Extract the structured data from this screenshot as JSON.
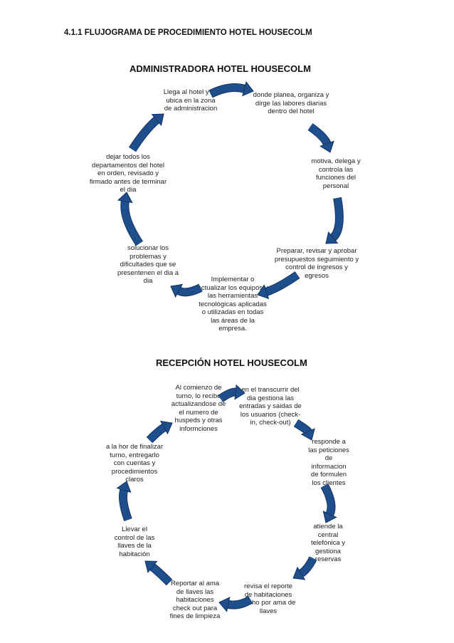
{
  "page_heading": "4.1.1 FLUJOGRAMA DE PROCEDIMIENTO HOTEL HOUSECOLM",
  "colors": {
    "arrow_fill": "#1f4e8c",
    "arrow_stroke": "#15345f"
  },
  "admin": {
    "title": "ADMINISTRADORA HOTEL HOUSECOLM",
    "steps": [
      "Llega al hotel y se\nubica en la zona\nde administracion",
      "donde planea, organiza y\ndirge las labores diarias\ndentro del hotel",
      "motiva, delega y\ncontrola las\nfunciones del\npersonal",
      "Preparar, revisar y aprobar\npresupuestos seguimiento y\ncontrol de ingresos y\negresos",
      "Implementar o\nactualizar los equipos y\nlas herramientas\ntecnológicas aplicadas\no utilizadas en todas\nlas áreas de la\nempresa.",
      "solucionar los\nproblemas y\ndificultades que se\npresentenen el dia a\ndia",
      "dejar todos los\ndepartamentos del hotel\nen orden, revisado y\nfirmado antes de terminar\nel dia"
    ]
  },
  "reception": {
    "title": "RECEPCIÓN HOTEL HOUSECOLM",
    "steps": [
      "Al comienzo de\nturno, lo recibe\nactualizandose de\nel numero de\nhuspeds y otras\ninformciones",
      "en el transcurrir del\ndia gestiona las\nentradas y saidas de\nlos usuarios (check-\nin, check-out)",
      "responde a\nlas peticiones\nde\ninformacion\nde formulen\nlos clientes",
      "atiende la\ncentral\ntelefónica y\ngestiona\nreservas",
      "revisa el reporte\nde habitaciones\nhecho por ama de\nllaves",
      "Reportar al ama\nde llaves las\nhabitaciones\ncheck out para\nfines de limpieza",
      "Llevar el\ncontrol de las\nllaves de la\nhabitación",
      "a la hor de finalizar\nturno, entregarlo\ncon cuentas y\nprocedimientos\nclaros"
    ]
  }
}
